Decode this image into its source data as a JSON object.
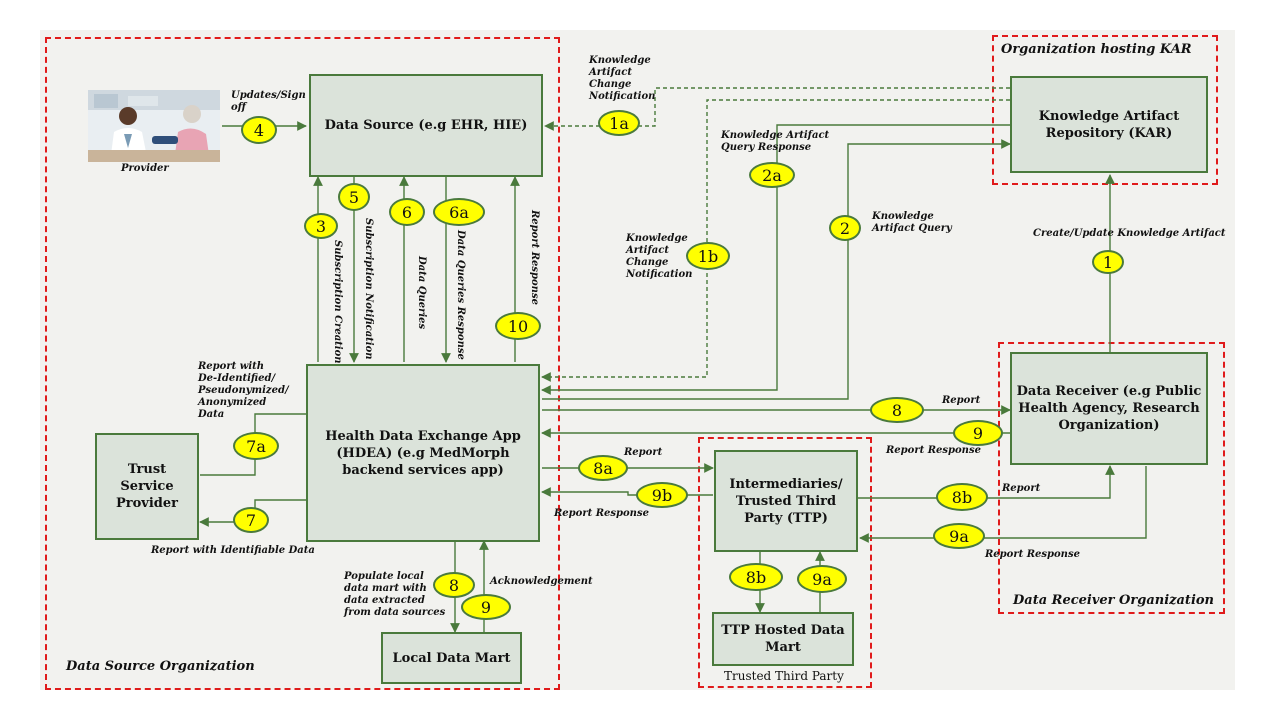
{
  "organizations": {
    "data_source_org": "Data Source Organization",
    "kar_org": "Organization hosting KAR",
    "receiver_org": "Data Receiver Organization",
    "ttp_org": "Trusted Third Party"
  },
  "boxes": {
    "data_source": "Data Source (e.g  EHR, HIE)",
    "kar": [
      "Knowledge Artifact",
      "Repository (KAR)"
    ],
    "hdea": [
      "Health Data Exchange App",
      "(HDEA) (e.g MedMorph",
      "backend services app)"
    ],
    "trust_provider": [
      "Trust",
      "Service",
      "Provider"
    ],
    "data_receiver": [
      "Data Receiver (e.g Public",
      "Health Agency, Research",
      "Organization)"
    ],
    "ttp": [
      "Intermediaries/",
      "Trusted Third",
      "Party (TTP)"
    ],
    "ttp_mart": [
      "TTP Hosted Data",
      "Mart"
    ],
    "local_mart": "Local Data Mart"
  },
  "provider": {
    "caption": "Provider"
  },
  "badges": {
    "b4": "4",
    "b1a": "1a",
    "b2a": "2a",
    "b2": "2",
    "b1b": "1b",
    "b1": "1",
    "b3": "3",
    "b5": "5",
    "b6": "6",
    "b6a": "6a",
    "b10": "10",
    "b7a": "7a",
    "b7": "7",
    "b8": "8",
    "b9": "9",
    "b8a": "8a",
    "b9b": "9b",
    "b8b_right": "8b",
    "b9a_right": "9a",
    "b8b_down": "8b",
    "b9a_up": "9a",
    "b8_mart": "8",
    "b9_mart": "9"
  },
  "labels": {
    "updates_signoff": [
      "Updates/Sign",
      "off"
    ],
    "ka_change_top": [
      "Knowledge",
      "Artifact",
      "Change",
      "Notification"
    ],
    "ka_query_response": [
      "Knowledge Artifact",
      "Query Response"
    ],
    "ka_query": [
      "Knowledge",
      "Artifact Query"
    ],
    "ka_change_mid": [
      "Knowledge",
      "Artifact",
      "Change",
      "Notification"
    ],
    "create_update_ka": "Create/Update Knowledge Artifact",
    "subscription_creation": "Subscription Creation",
    "subscription_notification": "Subscription Notification",
    "data_queries": "Data Queries",
    "data_queries_response": "Data Queries Response",
    "report_response_vertical": "Report Response",
    "report_deidentified": [
      "Report with",
      "De-Identified/",
      "Pseudonymized/",
      "Anonymized",
      "Data"
    ],
    "report_identifiable": "Report with Identifiable Data",
    "report_8": "Report",
    "report_response_9": "Report Response",
    "report_8a": "Report",
    "report_response_9b": "Report Response",
    "report_8b": "Report",
    "report_response_9a": "Report Response",
    "populate_mart": [
      "Populate local",
      "data mart with",
      "data  extracted",
      "from data sources"
    ],
    "acknowledgement": "Acknowledgement"
  },
  "colors": {
    "org_border": "#e01b1b",
    "box_fill": "#dbe3da",
    "box_border": "#4a7a3c",
    "badge_fill": "#ffff00",
    "arrow": "#4a7a3c"
  }
}
